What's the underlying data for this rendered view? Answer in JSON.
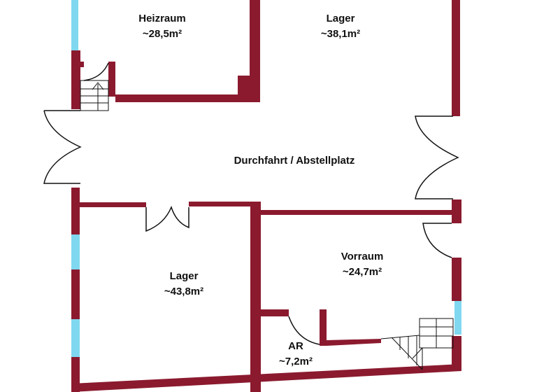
{
  "plan": {
    "colors": {
      "wall": "#8b1a2e",
      "window": "#7fd8f0",
      "line": "#111111",
      "background": "#ffffff"
    },
    "rooms": [
      {
        "id": "heizraum",
        "name": "Heizraum",
        "area": "~28,5m²"
      },
      {
        "id": "lager-top",
        "name": "Lager",
        "area": "~38,1m²"
      },
      {
        "id": "durchfahrt",
        "name": "Durchfahrt / Abstellplatz",
        "area": ""
      },
      {
        "id": "lager-bottom",
        "name": "Lager",
        "area": "~43,8m²"
      },
      {
        "id": "vorraum",
        "name": "Vorraum",
        "area": "~24,7m²"
      },
      {
        "id": "ar",
        "name": "AR",
        "area": "~7,2m²"
      }
    ]
  }
}
